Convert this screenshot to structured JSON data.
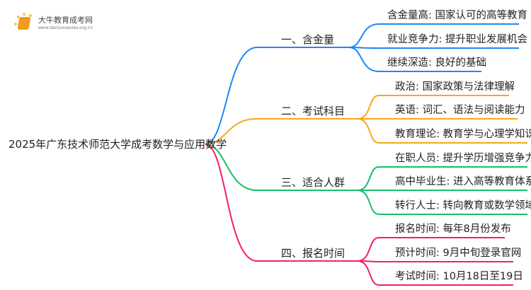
{
  "logo": {
    "name": "大牛教育成考网",
    "url": "www.daniuxuexiao.org.cn"
  },
  "root": "2025年广东技术师范大学成考数学与应用数学",
  "colors": [
    "#1e88f5",
    "#f5a81c",
    "#16c06a",
    "#f0206e"
  ],
  "branches": [
    {
      "label": "一、含金量",
      "children": [
        "含金量高: 国家认可的高等教育",
        "就业竞争力: 提升职业发展机会",
        "继续深造: 良好的基础"
      ]
    },
    {
      "label": "二、考试科目",
      "children": [
        "政治: 国家政策与法律理解",
        "英语: 词汇、语法与阅读能力",
        "教育理论: 教育学与心理学知识"
      ]
    },
    {
      "label": "三、适合人群",
      "children": [
        "在职人员: 提升学历增强竞争力",
        "高中毕业生: 进入高等教育体系",
        "转行人士: 转向教育或数学领域"
      ]
    },
    {
      "label": "四、报名时间",
      "children": [
        "报名时间: 每年8月份发布",
        "预计时间: 9月中旬登录官网",
        "考试时间: 10月18日至19日"
      ]
    }
  ]
}
